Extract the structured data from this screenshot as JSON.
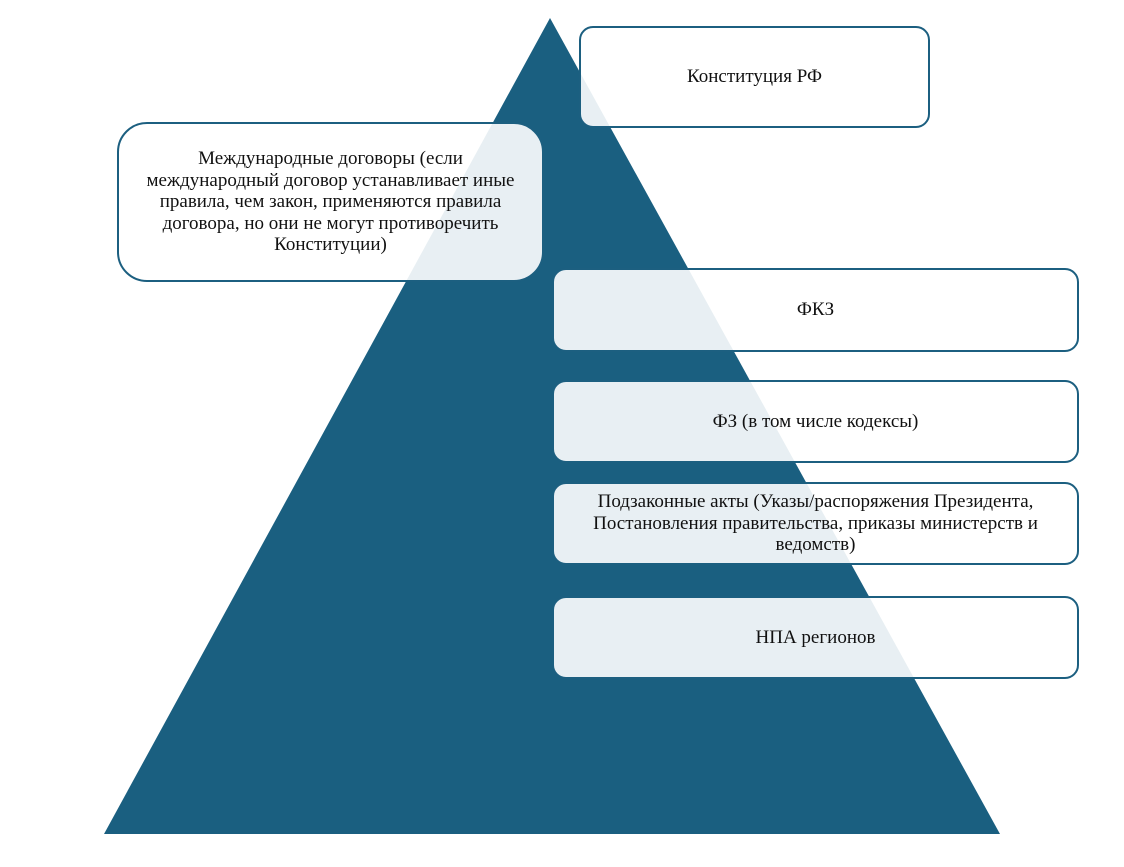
{
  "diagram": {
    "colors": {
      "pyramid_fill": "#1a5f80",
      "box_border": "#1c5f80",
      "box_fill": "#ffffff",
      "text": "#111111"
    },
    "levels": {
      "constitution": "Конституция РФ",
      "international_treaties": "Международные договоры (если международный договор устанавливает иные правила, чем закон, применяются правила договора, но они не могут противоречить Конституции)",
      "fkz": "ФКЗ",
      "fz": "ФЗ (в том числе кодексы)",
      "bylaws": "Подзаконные акты (Указы/распоряжения Президента, Постановления правительства, приказы министерств и ведомств)",
      "regional_acts": "НПА регионов"
    }
  }
}
